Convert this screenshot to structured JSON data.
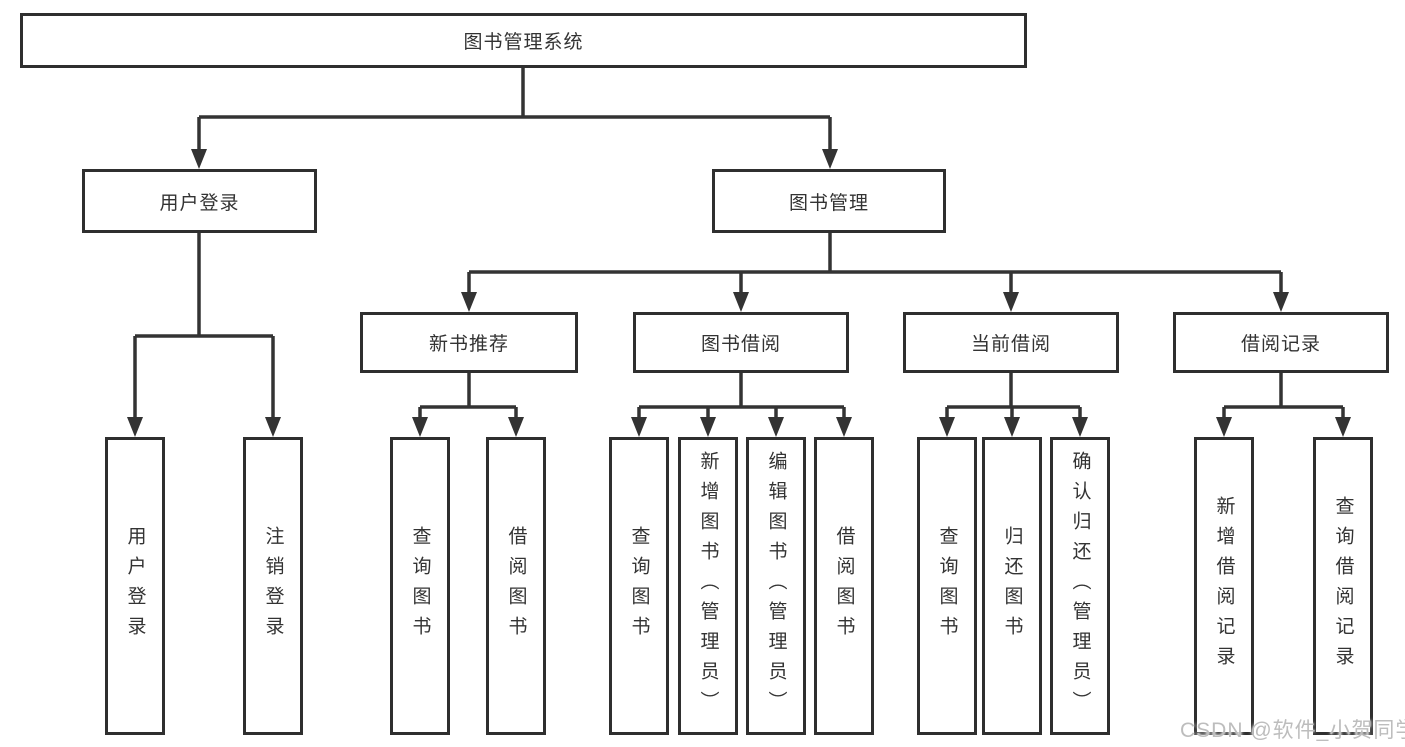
{
  "nodes": {
    "root": {
      "label": "图书管理系统"
    },
    "level2": [
      {
        "label": "用户登录"
      },
      {
        "label": "图书管理"
      }
    ],
    "level3": [
      {
        "parent": "图书管理",
        "label": "新书推荐"
      },
      {
        "parent": "图书管理",
        "label": "图书借阅"
      },
      {
        "parent": "图书管理",
        "label": "当前借阅"
      },
      {
        "parent": "图书管理",
        "label": "借阅记录"
      }
    ],
    "leaves": [
      {
        "parent": "用户登录",
        "label": "用户登录"
      },
      {
        "parent": "用户登录",
        "label": "注销登录"
      },
      {
        "parent": "新书推荐",
        "label": "查询图书"
      },
      {
        "parent": "新书推荐",
        "label": "借阅图书"
      },
      {
        "parent": "图书借阅",
        "label": "查询图书"
      },
      {
        "parent": "图书借阅",
        "label": "新增图书（管理员）"
      },
      {
        "parent": "图书借阅",
        "label": "编辑图书（管理员）"
      },
      {
        "parent": "图书借阅",
        "label": "借阅图书"
      },
      {
        "parent": "当前借阅",
        "label": "查询图书"
      },
      {
        "parent": "当前借阅",
        "label": "归还图书"
      },
      {
        "parent": "当前借阅",
        "label": "确认归还（管理员）"
      },
      {
        "parent": "借阅记录",
        "label": "新增借阅记录"
      },
      {
        "parent": "借阅记录",
        "label": "查询借阅记录"
      }
    ]
  },
  "watermark": {
    "text": "CSDN @软件_小贺同学"
  },
  "colors": {
    "line": "#333333",
    "box_border": "#2f2f2f",
    "text": "#333333",
    "background": "#ffffff",
    "watermark": "#bdbdbd"
  }
}
